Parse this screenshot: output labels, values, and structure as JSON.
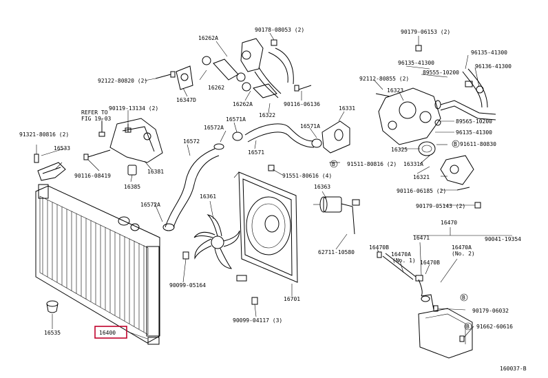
{
  "diagram_id": "160037-B",
  "highlight_color": "#c0002a",
  "labels": {
    "p16262A": "16262A",
    "p90178": "90178-08053 (2)",
    "p90179_06153": "90179-06153 (2)",
    "p96135_41300a": "96135-41300",
    "p96135_41300b": "96135-41300",
    "p96136_41300": "96136-41300",
    "p89555_10200": "89555-10200",
    "p92122": "92122-80820 (2)",
    "p16262": "16262",
    "p16347D": "16347D",
    "p16262A_b": "16262A",
    "p90116_06136": "90116-06136",
    "p16322": "16322",
    "p92112": "92112-80855 (2)",
    "p16323": "16323",
    "p90119_13134": "90119-13134 (2)",
    "p_refer1": "REFER TO",
    "p_refer2": "FIG 19-03",
    "p16571A_a": "16571A",
    "p16572A_a": "16572A",
    "p16571A_b": "16571A",
    "p16331": "16331",
    "p89565_10200": "89565-10200",
    "p96135_41300c": "96135-41300",
    "p91611": "91611-80830",
    "p91321": "91321-80816 (2)",
    "p16533": "16533",
    "p16572": "16572",
    "p16571": "16571",
    "p16325": "16325",
    "p16331A": "16331A",
    "p90116_08419": "90116-08419",
    "p16361": "16381",
    "p91551": "91551-80616 (4)",
    "p91511": "91511-80816 (2)",
    "p16321": "16321",
    "p16385": "16385",
    "p16363": "16363",
    "p90116_06185": "90116-06185 (2)",
    "p90179_05143": "90179-05143 (2)",
    "p16572A_b": "16572A",
    "p16361b": "16361",
    "p16470": "16470",
    "p90041": "90041-19354",
    "p16471": "16471",
    "p16470B_a": "16470B",
    "p16470A_a": "16470A",
    "p16470A_a2": "(No. 1)",
    "p16470A_b": "16470A",
    "p16470A_b2": "(No. 2)",
    "p62711": "62711-10580",
    "p16470B_b": "16470B",
    "p90099_05164": "90099-05164",
    "p16701": "16701",
    "p90179_06032": "90179-06032",
    "p16535": "16535",
    "p16400": "16400",
    "p90099_04117": "90099-04117 (3)",
    "p91662": "91662-60616",
    "callout_b": "B"
  }
}
